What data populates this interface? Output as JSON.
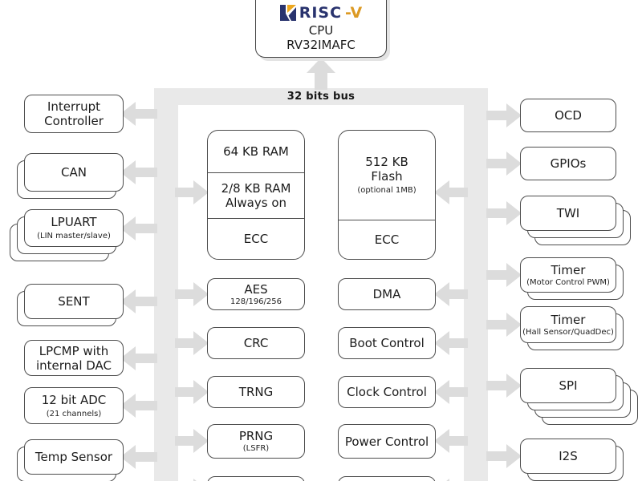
{
  "cpu": {
    "logo": {
      "risc": "RISC",
      "v": "-V"
    },
    "line1": "CPU",
    "line2": "RV32IMAFC"
  },
  "bus": {
    "label": "32 bits bus"
  },
  "colors": {
    "bus_band": "#e9e9e9",
    "arrow": "#dcdcdc",
    "box_border": "#4d4d4d",
    "logo_navy": "#29336e",
    "logo_gold": "#dc9a24"
  },
  "left_blocks": [
    {
      "label": "Interrupt\nController"
    },
    {
      "label": "CAN"
    },
    {
      "label": "LPUART",
      "sub": "(LIN master/slave)"
    },
    {
      "label": "SENT"
    },
    {
      "label": "LPCMP with\ninternal DAC"
    },
    {
      "label": "12 bit ADC",
      "sub": "(21 channels)"
    },
    {
      "label": "Temp Sensor"
    }
  ],
  "memory": {
    "ram": {
      "sections": [
        "64 KB RAM",
        "2/8 KB RAM\nAlways on",
        "ECC"
      ]
    },
    "flash": {
      "main": "512 KB\nFlash",
      "sub": "(optional 1MB)",
      "ecc": "ECC"
    }
  },
  "center_left_blocks": [
    {
      "label": "AES",
      "sub": "128/196/256"
    },
    {
      "label": "CRC"
    },
    {
      "label": "TRNG"
    },
    {
      "label": "PRNG",
      "sub": "(LSFR)"
    }
  ],
  "center_right_blocks": [
    {
      "label": "DMA"
    },
    {
      "label": "Boot Control"
    },
    {
      "label": "Clock Control"
    },
    {
      "label": "Power Control"
    }
  ],
  "right_blocks": [
    {
      "label": "OCD"
    },
    {
      "label": "GPIOs"
    },
    {
      "label": "TWI"
    },
    {
      "label": "Timer",
      "sub": "(Motor Control PWM)"
    },
    {
      "label": "Timer",
      "sub": "(Hall Sensor/QuadDec)"
    },
    {
      "label": "SPI"
    },
    {
      "label": "I2S"
    }
  ]
}
